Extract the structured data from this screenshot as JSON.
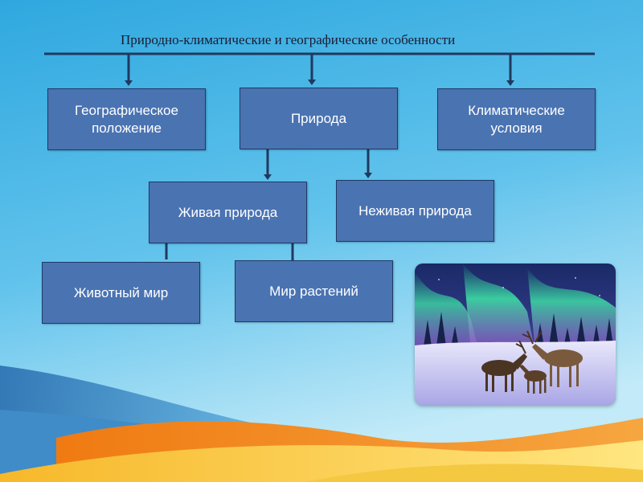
{
  "diagram": {
    "title": "Природно-климатические и географические особенности",
    "nodes": {
      "geo_position": "Географическое положение",
      "nature": "Природа",
      "climate": "Климатические условия",
      "living_nature": "Живая природа",
      "nonliving_nature": "Неживая природа",
      "fauna": "Животный мир",
      "flora": "Мир растений"
    },
    "edges": [
      [
        "title",
        "geo_position"
      ],
      [
        "title",
        "nature"
      ],
      [
        "title",
        "climate"
      ],
      [
        "nature",
        "living_nature"
      ],
      [
        "nature",
        "nonliving_nature"
      ],
      [
        "living_nature",
        "fauna"
      ],
      [
        "living_nature",
        "flora"
      ]
    ]
  },
  "illustration": {
    "subject": "northern lights over snowy forest with reindeer"
  },
  "colors": {
    "box_fill": "#4a73b2",
    "box_border": "#1e3a66",
    "background_top": "#39b3e4",
    "background_bottom": "#b9e6f6",
    "wave_orange": "#f28a1c",
    "wave_yellow": "#ffd54a"
  }
}
